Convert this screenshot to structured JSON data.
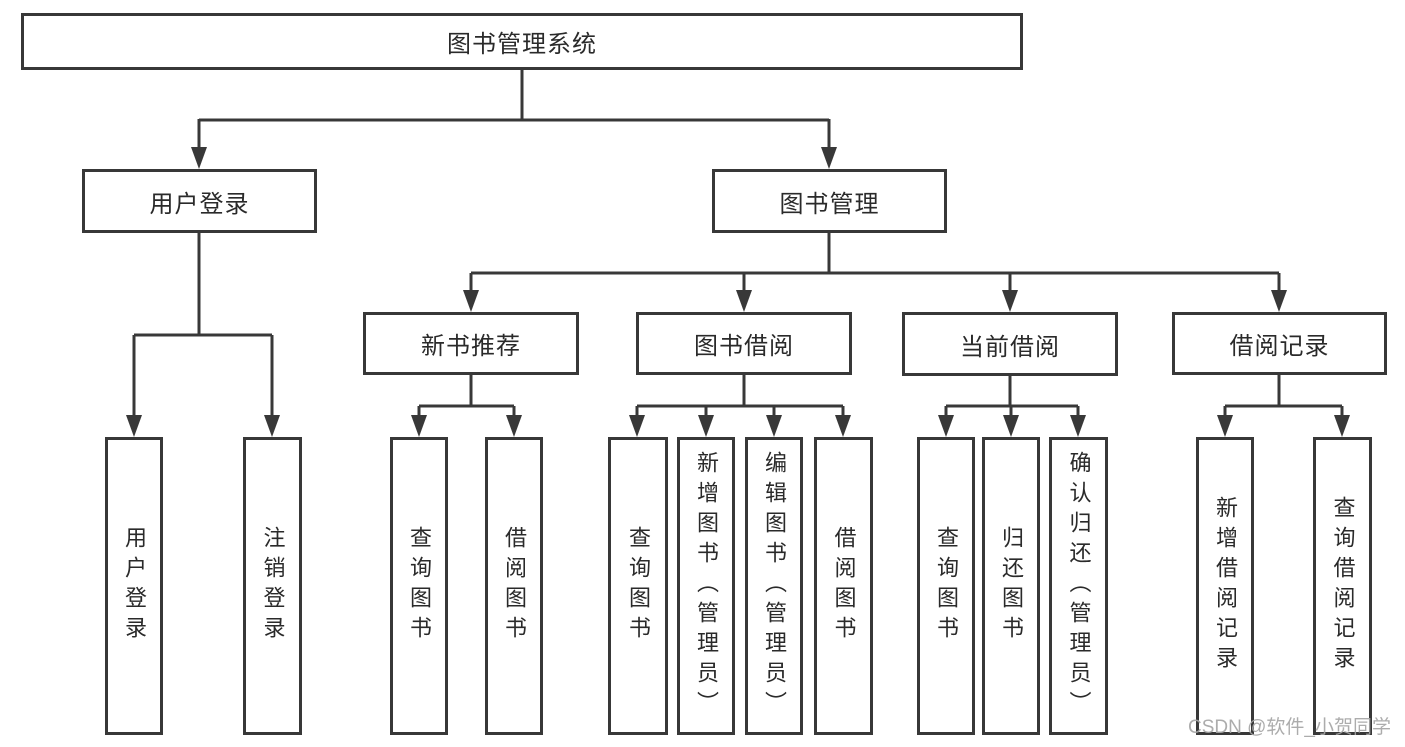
{
  "diagram": {
    "root": {
      "label": "图书管理系统"
    },
    "level2": [
      {
        "id": "user-login",
        "label": "用户登录",
        "parent": "图书管理系统"
      },
      {
        "id": "book-management",
        "label": "图书管理",
        "parent": "图书管理系统"
      }
    ],
    "level3": [
      {
        "id": "new-book-recommend",
        "label": "新书推荐",
        "parent": "图书管理"
      },
      {
        "id": "book-borrow",
        "label": "图书借阅",
        "parent": "图书管理"
      },
      {
        "id": "current-borrow",
        "label": "当前借阅",
        "parent": "图书管理"
      },
      {
        "id": "borrow-records",
        "label": "借阅记录",
        "parent": "图书管理"
      }
    ],
    "level4": [
      {
        "id": "user-login",
        "label": "用户登录",
        "parent": "用户登录"
      },
      {
        "id": "logout",
        "label": "注销登录",
        "parent": "用户登录"
      },
      {
        "id": "query-books-1",
        "label": "查询图书",
        "parent": "新书推荐"
      },
      {
        "id": "borrow-books-1",
        "label": "借阅图书",
        "parent": "新书推荐"
      },
      {
        "id": "query-books-2",
        "label": "查询图书",
        "parent": "图书借阅"
      },
      {
        "id": "add-books-admin",
        "label": "新增图书（管理员）",
        "parent": "图书借阅"
      },
      {
        "id": "edit-books-admin",
        "label": "编辑图书（管理员）",
        "parent": "图书借阅"
      },
      {
        "id": "borrow-books-2",
        "label": "借阅图书",
        "parent": "图书借阅"
      },
      {
        "id": "query-books-3",
        "label": "查询图书",
        "parent": "当前借阅"
      },
      {
        "id": "return-books",
        "label": "归还图书",
        "parent": "当前借阅"
      },
      {
        "id": "confirm-return-admin",
        "label": "确认归还（管理员）",
        "parent": "当前借阅"
      },
      {
        "id": "add-borrow-record",
        "label": "新增借阅记录",
        "parent": "借阅记录"
      },
      {
        "id": "query-borrow-record",
        "label": "查询借阅记录",
        "parent": "借阅记录"
      }
    ]
  },
  "watermark": {
    "text": "CSDN @软件_小贺同学"
  },
  "colors": {
    "line": "#383838",
    "text": "#2a2a2a",
    "watermark": "#a6a6a6",
    "background": "#ffffff"
  }
}
